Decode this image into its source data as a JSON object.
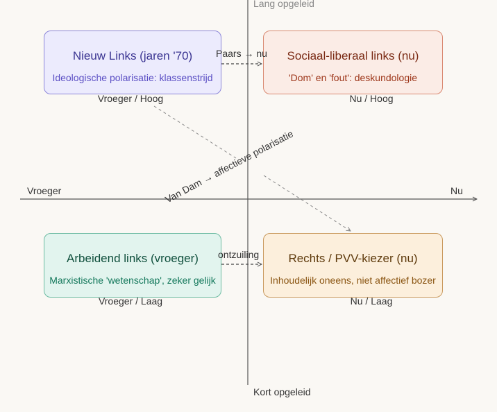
{
  "axes": {
    "top": "Lang opgeleid",
    "bottom": "Kort opgeleid",
    "left": "Vroeger",
    "right": "Nu"
  },
  "quadrants": [
    {
      "title": "Nieuw Links (jaren '70)",
      "subtitle": "Ideologische polarisatie: klassenstrijd",
      "position_label": "Vroeger / Hoog",
      "fill": "#ecebfd",
      "border": "#8c86d9",
      "title_color": "#3b3592",
      "subtitle_color": "#5b4fc4"
    },
    {
      "title": "Sociaal-liberaal links (nu)",
      "subtitle": "'Dom' en 'fout': deskundologie",
      "position_label": "Nu / Hoog",
      "fill": "#fbece6",
      "border": "#d98a72",
      "title_color": "#7a2a14",
      "subtitle_color": "#9c3418"
    },
    {
      "title": "Arbeidend links (vroeger)",
      "subtitle": "Marxistische 'wetenschap', zeker gelijk",
      "position_label": "Vroeger / Laag",
      "fill": "#e2f4ee",
      "border": "#6cbba2",
      "title_color": "#0f4f3c",
      "subtitle_color": "#12775a"
    },
    {
      "title": "Rechts / PVV-kiezer (nu)",
      "subtitle": "Inhoudelijk oneens, niet affectief bozer",
      "position_label": "Nu / Laag",
      "fill": "#fcefdc",
      "border": "#c99a5e",
      "title_color": "#5e3a0c",
      "subtitle_color": "#8a5512"
    }
  ],
  "arrows": {
    "top": "Paars → nu",
    "bottom": "ontzuiling",
    "diagonal": "Van Dam → affectieve polarisatie"
  }
}
